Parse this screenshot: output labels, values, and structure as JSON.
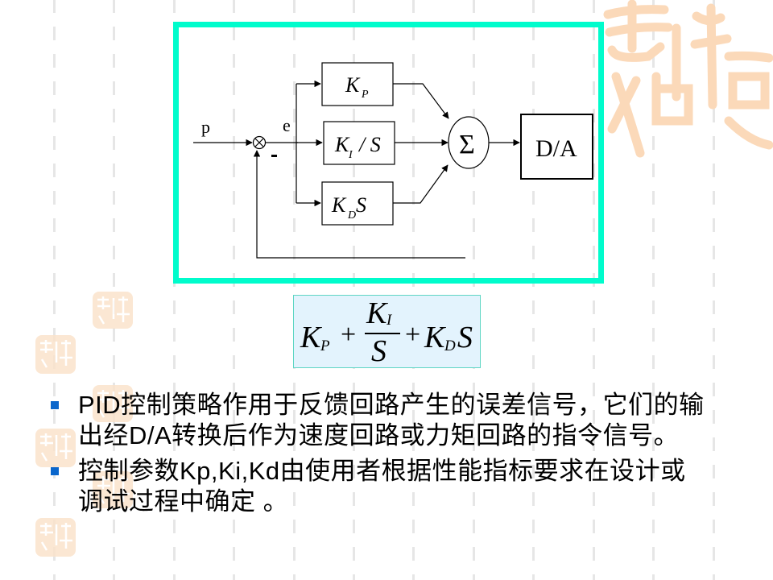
{
  "background": {
    "color": "#ffffff",
    "grid_line_color": "#e6e6e6",
    "grid_lines_x": [
      67,
      141,
      216,
      290,
      365,
      439,
      513,
      588,
      662,
      737,
      811,
      886
    ],
    "watermark_color": "#fbe3cc",
    "watermark_text": "吉祥如意"
  },
  "diagram": {
    "frame_color": "#00fccc",
    "input_label": "p",
    "error_label": "e",
    "minus_sign": "-",
    "blocks": [
      {
        "id": "kp",
        "main": "K",
        "sub": "P",
        "suffix": ""
      },
      {
        "id": "ki",
        "main": "K",
        "sub": "I",
        "suffix": "/ S"
      },
      {
        "id": "kd",
        "main": "K",
        "sub": "D",
        "suffix": "S"
      }
    ],
    "sum_symbol": "Σ",
    "output_block": "D/A"
  },
  "formula": {
    "kp_main": "K",
    "kp_sub": "P",
    "plus1": "+",
    "numer_main": "K",
    "numer_sub": "I",
    "denom": "S",
    "plus2": "+",
    "kd_main": "K",
    "kd_sub": "D",
    "kd_suffix": "S",
    "background": "#e3f3fd",
    "border": "#5ed6c4"
  },
  "bullets": [
    {
      "text": "PID控制策略作用于反馈回路产生的误差信号，它们的输出经D/A转换后作为速度回路或力矩回路的指令信号。"
    },
    {
      "text": "控制参数Kp,Ki,Kd由使用者根据性能指标要求在设计或调试过程中确定 。"
    }
  ],
  "bullet_color": "#0a66cc"
}
